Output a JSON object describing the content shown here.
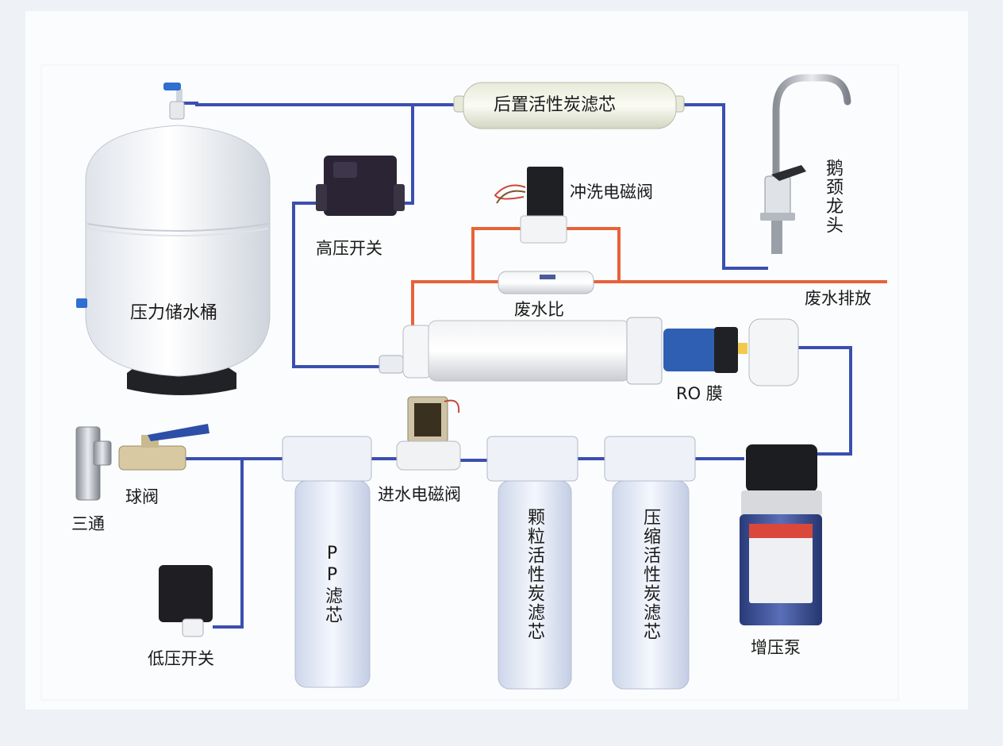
{
  "labels": {
    "post_carbon_filter": "后置活性炭滤芯",
    "flush_solenoid": "冲洗电磁阀",
    "gooseneck_faucet": "鹅颈龙头",
    "high_pressure_switch": "高压开关",
    "pressure_tank": "压力储水桶",
    "waste_ratio": "废水比",
    "waste_discharge": "废水排放",
    "ro_membrane": "RO 膜",
    "ball_valve": "球阀",
    "tee": "三通",
    "inlet_solenoid": "进水电磁阀",
    "pp_filter": "PP滤芯",
    "granular_carbon": "颗粒活性炭滤芯",
    "compressed_carbon": "压缩活性炭滤芯",
    "low_pressure_switch": "低压开关",
    "booster_pump": "增压泵"
  },
  "colors": {
    "water_pipe": "#3b4fb0",
    "waste_pipe": "#e8623a",
    "filter_body": "#e9eef8",
    "membrane": "#2f5fb3"
  }
}
